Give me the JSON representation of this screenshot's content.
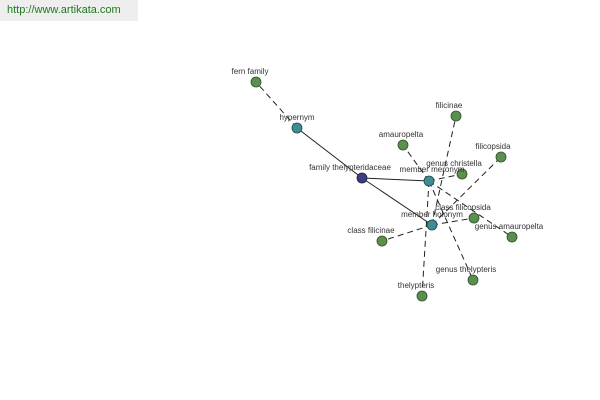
{
  "header": {
    "site_url": "http://www.artikata.com"
  },
  "colors": {
    "leaf": "#5b8f4e",
    "relation": "#3f8c92",
    "root": "#3b3f82"
  },
  "graph": {
    "root": "family thelypteridaceae",
    "nodes": {
      "fern_family": "fern family",
      "hypernym": "hypernym",
      "family_thelypteridaceae": "family thelypteridaceae",
      "member_meronym": "member meronym",
      "member_holonym": "member holonym",
      "amauropelta": "amauropelta",
      "filicinae": "filicinae",
      "filicopsida": "filicopsida",
      "genus_christella": "genus christella",
      "class_filicopsida": "class filicopsida",
      "genus_amauropelta": "genus amauropelta",
      "class_filicinae": "class filicinae",
      "genus_thelypteris": "genus thelypteris",
      "thelypteris": "thelypteris"
    },
    "edges": [
      {
        "from": "hypernym",
        "to": "fern family",
        "style": "dashed"
      },
      {
        "from": "family thelypteridaceae",
        "to": "hypernym",
        "style": "solid"
      },
      {
        "from": "family thelypteridaceae",
        "to": "member meronym",
        "style": "solid"
      },
      {
        "from": "family thelypteridaceae",
        "to": "member holonym",
        "style": "solid"
      },
      {
        "from": "member meronym",
        "to": "amauropelta",
        "style": "dashed"
      },
      {
        "from": "member meronym",
        "to": "genus christella",
        "style": "dashed"
      },
      {
        "from": "member meronym",
        "to": "genus amauropelta",
        "style": "dashed"
      },
      {
        "from": "member meronym",
        "to": "genus thelypteris",
        "style": "dashed"
      },
      {
        "from": "member meronym",
        "to": "thelypteris",
        "style": "dashed"
      },
      {
        "from": "member holonym",
        "to": "filicinae",
        "style": "dashed"
      },
      {
        "from": "member holonym",
        "to": "filicopsida",
        "style": "dashed"
      },
      {
        "from": "member holonym",
        "to": "class filicopsida",
        "style": "dashed"
      },
      {
        "from": "member holonym",
        "to": "class filicinae",
        "style": "dashed"
      }
    ]
  }
}
